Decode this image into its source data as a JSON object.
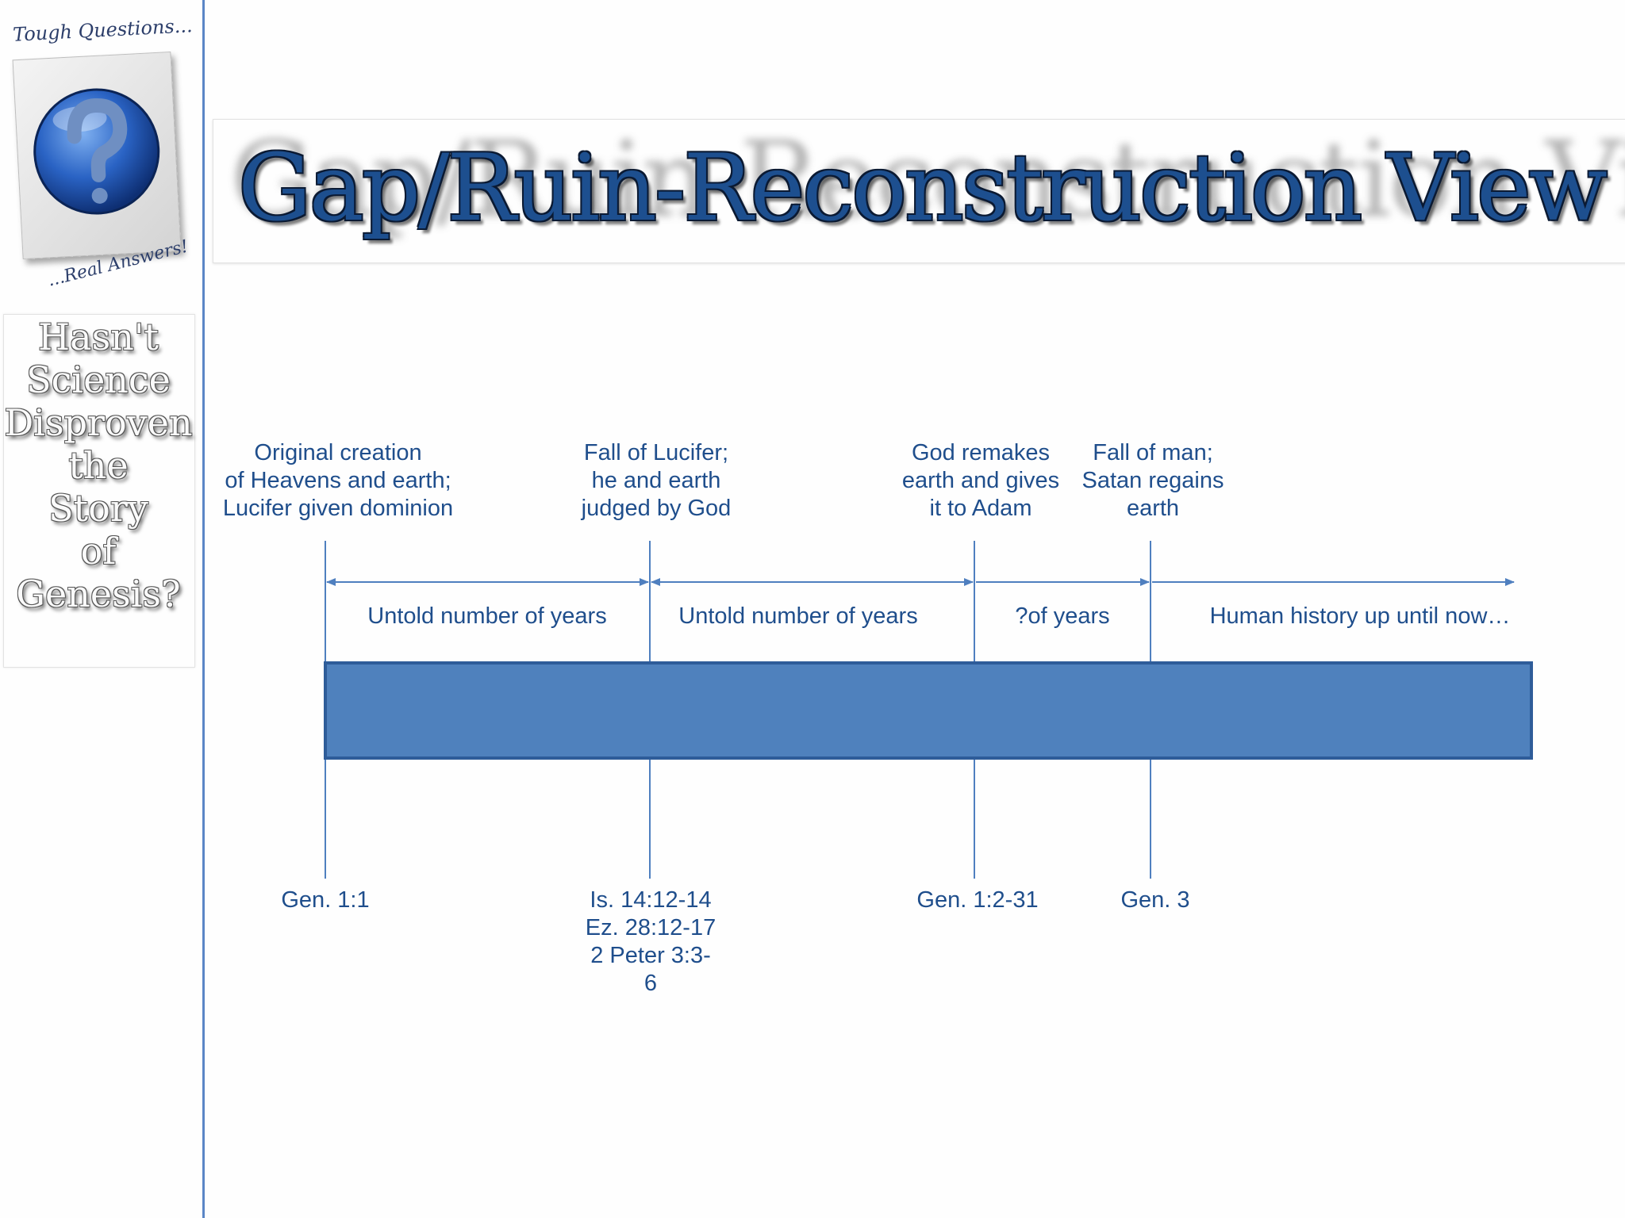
{
  "sidebar": {
    "logo_top": "Tough Questions...",
    "logo_bottom": "...Real Answers!",
    "question_lines": [
      "Hasn't",
      "Science",
      "Disproven",
      "the",
      "Story",
      "of",
      "Genesis?"
    ]
  },
  "title": "Gap/Ruin-Reconstruction View",
  "timeline": {
    "events": [
      {
        "label": "Original creation\nof Heavens and earth;\nLucifer given dominion"
      },
      {
        "label": "Fall of Lucifer;\nhe and earth\njudged by God"
      },
      {
        "label": "God remakes\nearth and gives\nit to Adam"
      },
      {
        "label": "Fall of man;\nSatan regains\nearth"
      }
    ],
    "periods": [
      {
        "label": "Untold number of years"
      },
      {
        "label": "Untold number of years"
      },
      {
        "label": "?of years"
      },
      {
        "label": "Human history up until now…"
      }
    ],
    "references": [
      {
        "label": "Gen. 1:1"
      },
      {
        "label": "Is. 14:12-14\nEz. 28:12-17\n2 Peter 3:3-\n6"
      },
      {
        "label": "Gen. 1:2-31"
      },
      {
        "label": "Gen. 3"
      }
    ],
    "colors": {
      "bar": "#4f81bd",
      "bar_border": "#2e5c99",
      "line": "#4f7fbf"
    }
  }
}
